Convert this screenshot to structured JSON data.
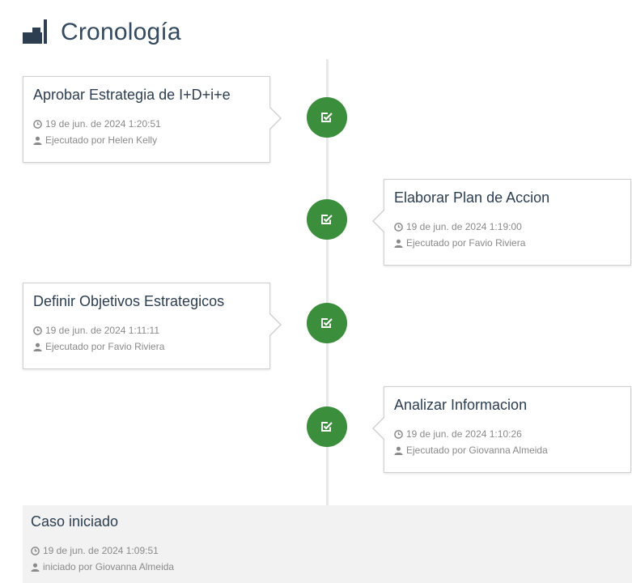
{
  "page": {
    "title": "Cronología"
  },
  "timeline": {
    "items": [
      {
        "side": "left",
        "title": "Aprobar Estrategia de I+D+i+e",
        "date": "19 de jun. de 2024 1:20:51",
        "executed": "Ejecutado por Helen Kelly"
      },
      {
        "side": "right",
        "title": "Elaborar Plan de Accion",
        "date": "19 de jun. de 2024 1:19:00",
        "executed": "Ejecutado por Favio Riviera"
      },
      {
        "side": "left",
        "title": "Definir Objetivos Estrategicos",
        "date": "19 de jun. de 2024 1:11:11",
        "executed": "Ejecutado por Favio Riviera"
      },
      {
        "side": "right",
        "title": "Analizar Informacion",
        "date": "19 de jun. de 2024 1:10:26",
        "executed": "Ejecutado por Giovanna Almeida"
      }
    ],
    "start": {
      "title": "Caso iniciado",
      "date": "19 de jun. de 2024 1:09:51",
      "initiated": "iniciado por Giovanna Almeida"
    }
  },
  "icons": {
    "header": "timeline-icon",
    "badge": "check-square-icon",
    "clock": "clock-icon",
    "user": "user-icon"
  },
  "colors": {
    "badge": "#3a8e3c",
    "title": "#34495e",
    "meta": "#8a8a8a",
    "start_bg": "#f2f2f2"
  }
}
